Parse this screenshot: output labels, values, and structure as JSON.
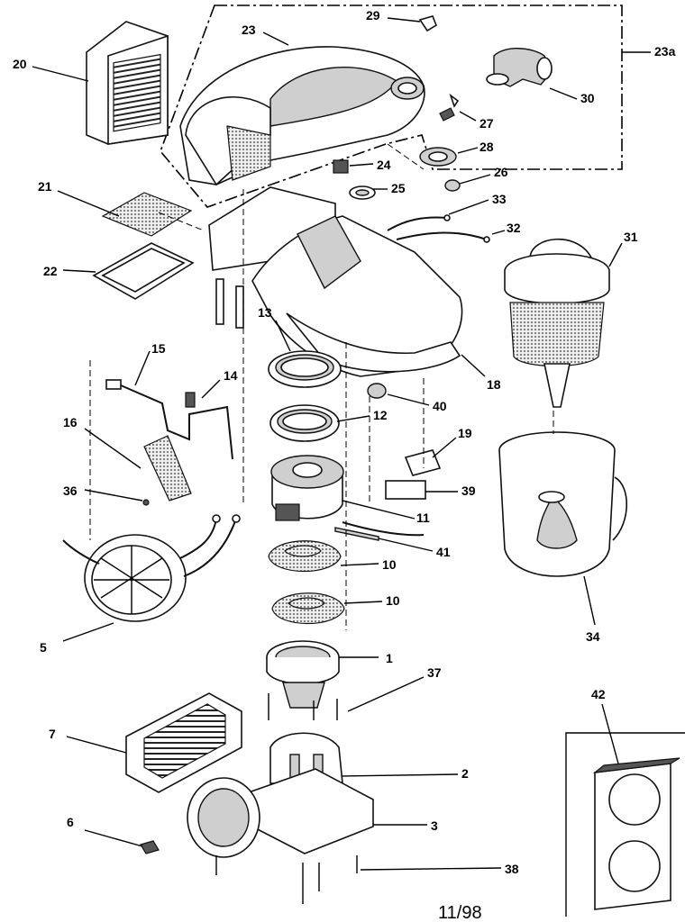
{
  "callouts": [
    {
      "id": "1",
      "label": "1"
    },
    {
      "id": "2",
      "label": "2"
    },
    {
      "id": "3",
      "label": "3"
    },
    {
      "id": "5",
      "label": "5"
    },
    {
      "id": "6",
      "label": "6"
    },
    {
      "id": "7",
      "label": "7"
    },
    {
      "id": "10a",
      "label": "10"
    },
    {
      "id": "10b",
      "label": "10"
    },
    {
      "id": "11",
      "label": "11"
    },
    {
      "id": "12",
      "label": "12"
    },
    {
      "id": "13",
      "label": "13"
    },
    {
      "id": "14",
      "label": "14"
    },
    {
      "id": "15",
      "label": "15"
    },
    {
      "id": "16",
      "label": "16"
    },
    {
      "id": "18",
      "label": "18"
    },
    {
      "id": "19",
      "label": "19"
    },
    {
      "id": "20",
      "label": "20"
    },
    {
      "id": "21",
      "label": "21"
    },
    {
      "id": "22",
      "label": "22"
    },
    {
      "id": "23",
      "label": "23"
    },
    {
      "id": "23a",
      "label": "23a"
    },
    {
      "id": "24",
      "label": "24"
    },
    {
      "id": "25",
      "label": "25"
    },
    {
      "id": "26",
      "label": "26"
    },
    {
      "id": "27",
      "label": "27"
    },
    {
      "id": "28",
      "label": "28"
    },
    {
      "id": "29",
      "label": "29"
    },
    {
      "id": "30",
      "label": "30"
    },
    {
      "id": "31",
      "label": "31"
    },
    {
      "id": "32",
      "label": "32"
    },
    {
      "id": "33",
      "label": "33"
    },
    {
      "id": "34",
      "label": "34"
    },
    {
      "id": "36",
      "label": "36"
    },
    {
      "id": "37",
      "label": "37"
    },
    {
      "id": "38",
      "label": "38"
    },
    {
      "id": "39",
      "label": "39"
    },
    {
      "id": "40",
      "label": "40"
    },
    {
      "id": "41",
      "label": "41"
    },
    {
      "id": "42",
      "label": "42"
    }
  ],
  "footer": {
    "date_code": "11/98"
  }
}
